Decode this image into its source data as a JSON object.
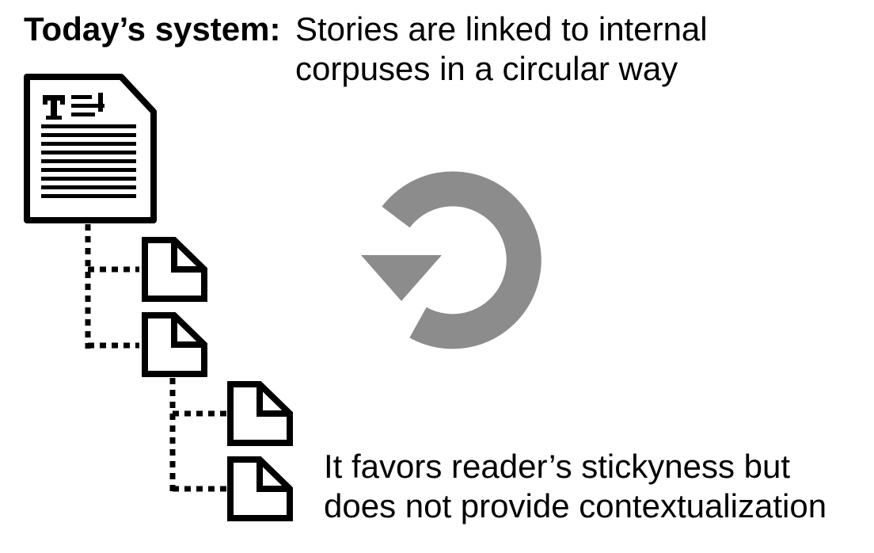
{
  "heading": {
    "label": "Today’s system:",
    "line1": "Stories are linked to internal",
    "line2": "corpuses in a circular way"
  },
  "footer": {
    "line1": "It favors reader’s stickyness but",
    "line2": "does not provide contextualization"
  },
  "icons": {
    "main_story": "text-document-icon",
    "linked_pages": "blank-page-icon",
    "cycle": "circular-arrow-icon"
  },
  "colors": {
    "text": "#000000",
    "cycle_arrow": "#8c8c8c",
    "background": "#ffffff"
  }
}
